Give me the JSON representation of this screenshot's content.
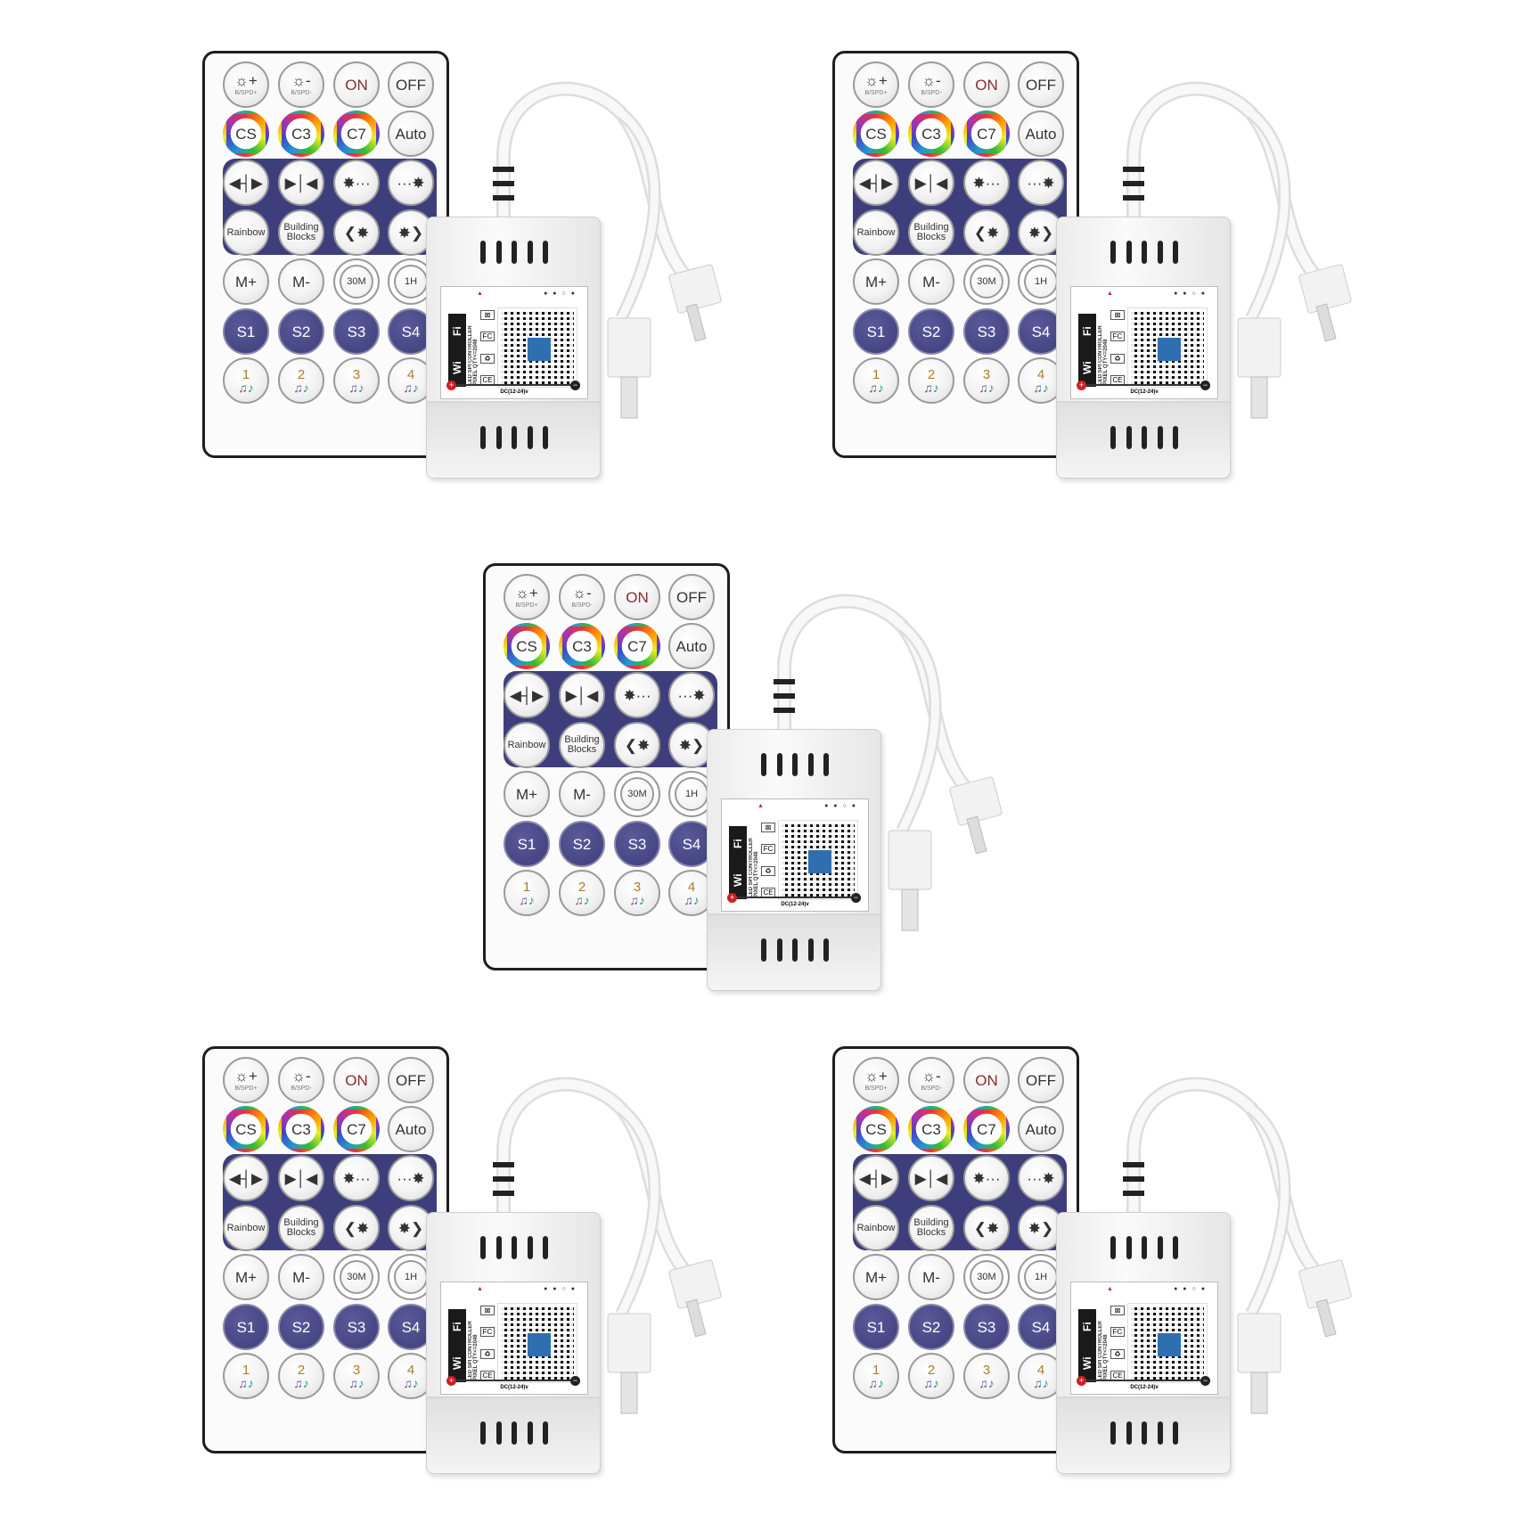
{
  "product": {
    "remote": {
      "rows": [
        [
          {
            "icon": "brightness-up-icon",
            "glyph": "☼+",
            "sub": "B/SPD+"
          },
          {
            "icon": "brightness-down-icon",
            "glyph": "☼-",
            "sub": "B/SPD-"
          },
          {
            "label": "ON",
            "style": "on"
          },
          {
            "label": "OFF"
          }
        ],
        [
          {
            "label": "CS",
            "style": "ring"
          },
          {
            "label": "C3",
            "style": "ring"
          },
          {
            "label": "C7",
            "style": "ring"
          },
          {
            "label": "Auto"
          }
        ],
        [
          {
            "icon": "expand-arrows-icon",
            "glyph": "◀┤▶"
          },
          {
            "icon": "collapse-arrows-icon",
            "glyph": "▶│◀"
          },
          {
            "icon": "flow-right-icon",
            "glyph": "✸···"
          },
          {
            "icon": "flow-left-icon",
            "glyph": "···✸"
          }
        ],
        [
          {
            "label": "Rainbow",
            "small": true
          },
          {
            "label": "Building Blocks",
            "small": true
          },
          {
            "icon": "spark-left-icon",
            "glyph": "❮✸"
          },
          {
            "icon": "spark-right-icon",
            "glyph": "✸❯"
          }
        ],
        [
          {
            "label": "M+"
          },
          {
            "label": "M-"
          },
          {
            "label": "30M",
            "style": "ring2",
            "small": true
          },
          {
            "label": "1H",
            "style": "ring2",
            "small": true
          }
        ],
        [
          {
            "label": "S1",
            "style": "purple",
            "icon": "scene-house-icon"
          },
          {
            "label": "S2",
            "style": "purple",
            "icon": "scene-house-icon"
          },
          {
            "label": "S3",
            "style": "purple",
            "icon": "scene-house-icon"
          },
          {
            "label": "S4",
            "style": "purple",
            "icon": "scene-house-icon"
          }
        ],
        [
          {
            "label": "1",
            "style": "music",
            "icon": "music-note-icon"
          },
          {
            "label": "2",
            "style": "music",
            "icon": "music-note-icon"
          },
          {
            "label": "3",
            "style": "music",
            "icon": "music-note-icon"
          },
          {
            "label": "4",
            "style": "music",
            "icon": "music-note-icon"
          }
        ]
      ]
    },
    "controller": {
      "wi": "Wi",
      "fi": "Fi",
      "title": "LED SPI CONTROLLER",
      "pixel_qty": "PIXEL QTY<=2048",
      "power": "DC(12-24)v"
    },
    "colors": {
      "band": "#3e3e7c",
      "qr_center": "#2f6fb0",
      "plus": "#cc2222"
    }
  }
}
